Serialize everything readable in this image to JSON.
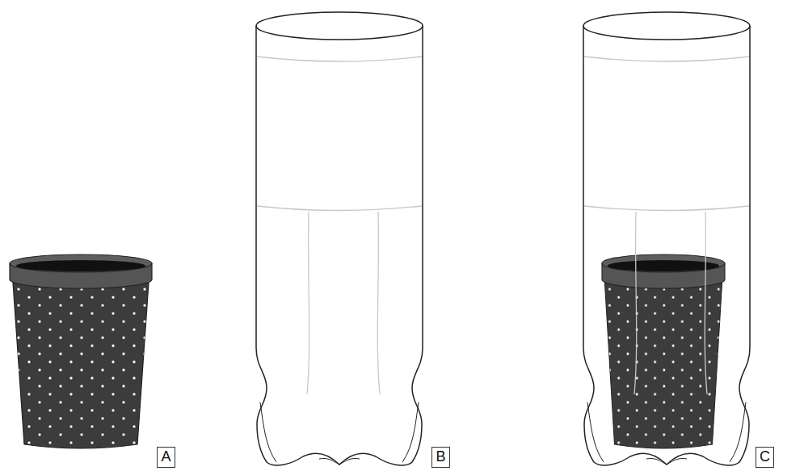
{
  "diagram": {
    "nodes": [
      {
        "text": [
          "A"
        ]
      },
      {
        "text": [
          "B"
        ]
      },
      {
        "text": [
          "C"
        ]
      }
    ]
  }
}
